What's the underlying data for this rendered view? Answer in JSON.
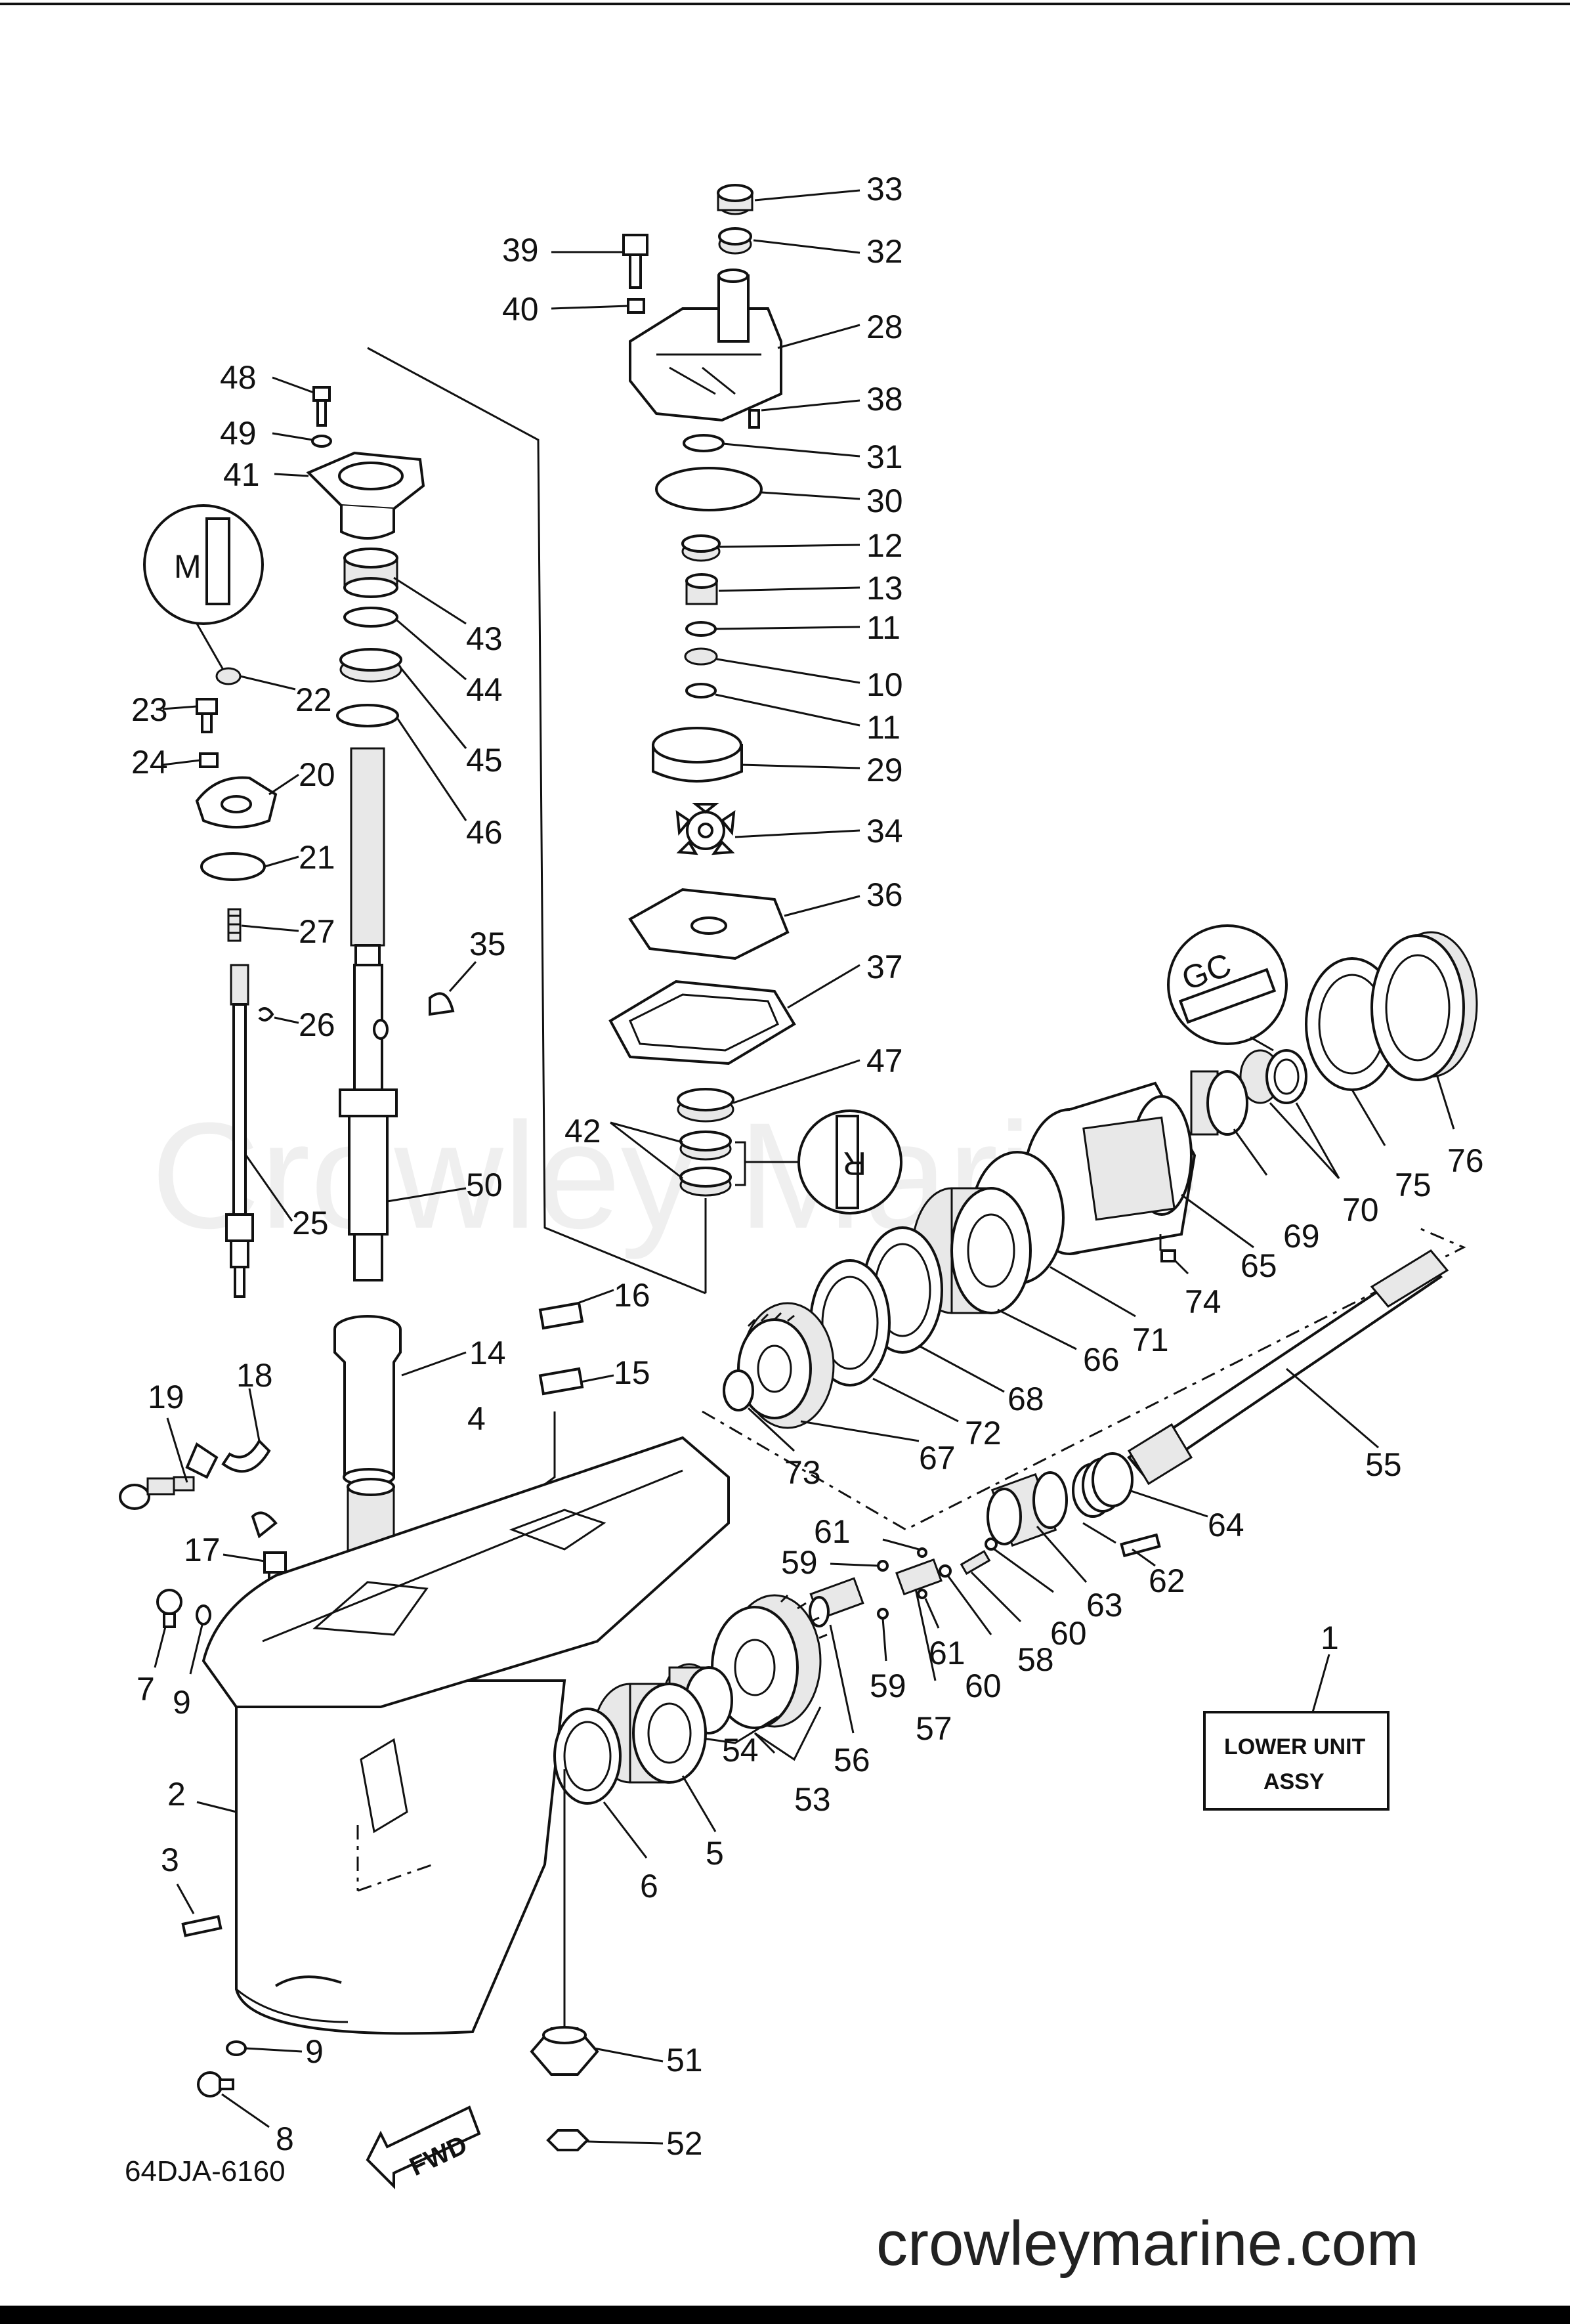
{
  "diagram_code": "64DJA-6160",
  "assembly_box": {
    "line1": "LOWER UNIT",
    "line2": "ASSY"
  },
  "direction_arrow": "FWD",
  "watermark": "Crowley Marine",
  "site_footer": "crowleymarine.com",
  "callouts": {
    "p33": "33",
    "p32": "32",
    "p39": "39",
    "p40": "40",
    "p28": "28",
    "p38": "38",
    "p31": "31",
    "p30": "30",
    "p12": "12",
    "p13": "13",
    "p11a": "11",
    "p10": "10",
    "p11b": "11",
    "p29": "29",
    "p34": "34",
    "p36": "36",
    "p37": "37",
    "p47": "47",
    "p42": "42",
    "p48": "48",
    "p49": "49",
    "p41": "41",
    "p43": "43",
    "p44": "44",
    "p45": "45",
    "p46": "46",
    "p22": "22",
    "p23": "23",
    "p24": "24",
    "p20": "20",
    "p21": "21",
    "p27": "27",
    "p35": "35",
    "p26": "26",
    "p25": "25",
    "p50": "50",
    "p16": "16",
    "p14": "14",
    "p15": "15",
    "p4": "4",
    "p19": "19",
    "p18": "18",
    "p17": "17",
    "p7": "7",
    "p9a": "9",
    "p2": "2",
    "p3": "3",
    "p9b": "9",
    "p8": "8",
    "p76": "76",
    "p75": "75",
    "p70": "70",
    "p69": "69",
    "p65": "65",
    "p74": "74",
    "p71": "71",
    "p66": "66",
    "p68": "68",
    "p72": "72",
    "p67": "67",
    "p73": "73",
    "p55": "55",
    "p64": "64",
    "p62": "62",
    "p63": "63",
    "p61a": "61",
    "p59a": "59",
    "p60a": "60",
    "p58": "58",
    "p60b": "60",
    "p61b": "61",
    "p59b": "59",
    "p57": "57",
    "p56": "56",
    "p54": "54",
    "p53": "53",
    "p5": "5",
    "p6": "6",
    "p51": "51",
    "p52": "52",
    "p1": "1"
  },
  "inset_marks": {
    "a": "M",
    "b": "R",
    "c": "GC"
  }
}
